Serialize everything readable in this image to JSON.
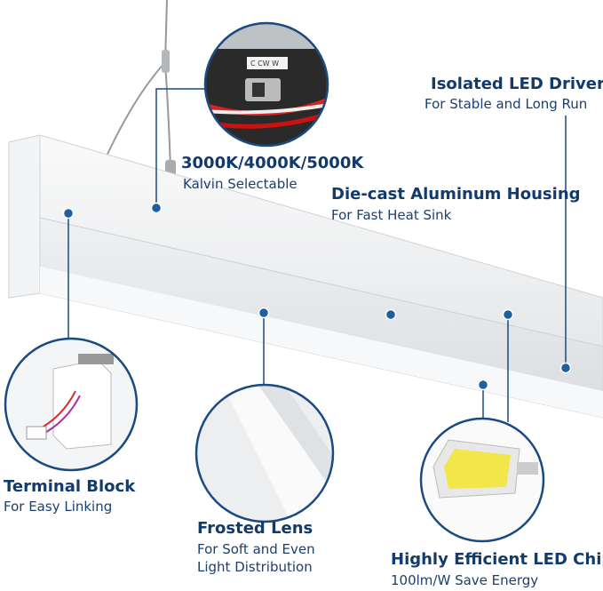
{
  "callouts": {
    "color_temp": {
      "title": "3000K/4000K/5000K",
      "subtitle": "Kalvin Selectable",
      "switch_label": "C CW W"
    },
    "driver": {
      "title": "Isolated LED Driver",
      "subtitle": "For Stable and Long Run"
    },
    "housing": {
      "title": "Die-cast Aluminum Housing",
      "subtitle": "For Fast Heat Sink"
    },
    "terminal": {
      "title": "Terminal Block",
      "subtitle": "For Easy Linking"
    },
    "lens": {
      "title": "Frosted Lens",
      "subtitle_line1": "For Soft and Even",
      "subtitle_line2": "Light Distribution"
    },
    "chip": {
      "title": "Highly Efficient LED Chip",
      "subtitle": "100lm/W Save Energy"
    }
  },
  "colors": {
    "text": "#123a6b",
    "dot": "#1f5fa0",
    "ring": "#1a4a80",
    "chip": "#f2e64a"
  }
}
